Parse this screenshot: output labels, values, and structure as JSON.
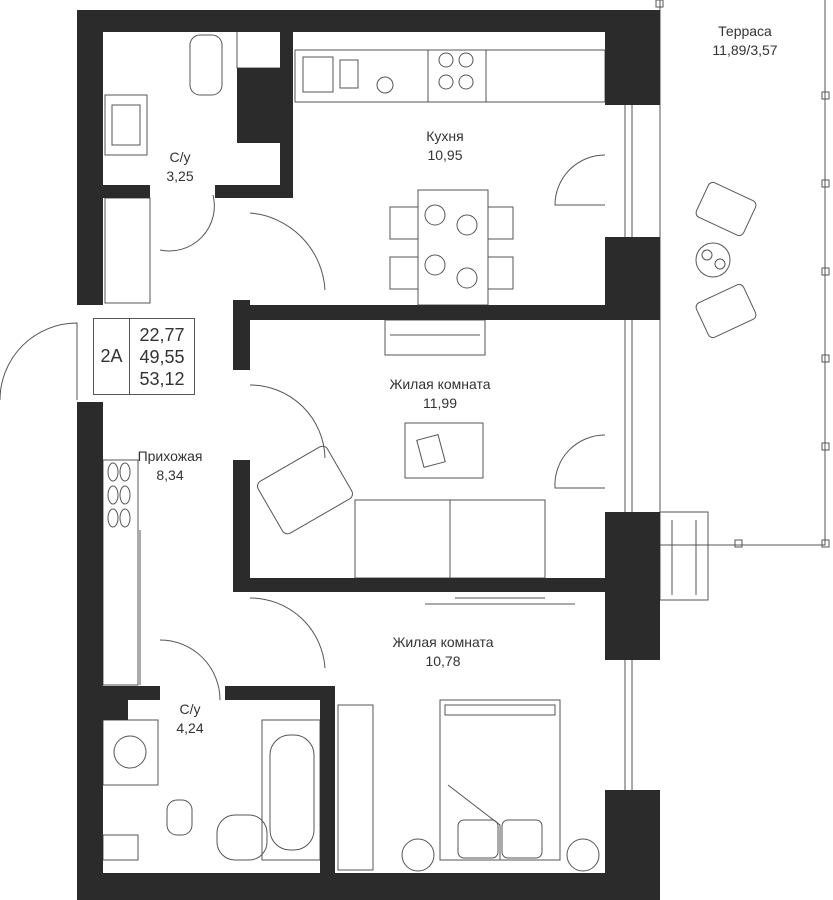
{
  "rooms": {
    "terrace": {
      "name": "Терраса",
      "area": "11,89/3,57"
    },
    "kitchen": {
      "name": "Кухня",
      "area": "10,95"
    },
    "bathroom1": {
      "name": "С/у",
      "area": "3,25"
    },
    "living1": {
      "name": "Жилая комната",
      "area": "11,99"
    },
    "hallway": {
      "name": "Прихожая",
      "area": "8,34"
    },
    "living2": {
      "name": "Жилая комната",
      "area": "10,78"
    },
    "bathroom2": {
      "name": "С/у",
      "area": "4,24"
    }
  },
  "info": {
    "type": "2А",
    "living_area": "22,77",
    "total_area": "49,55",
    "total_with_terrace": "53,12"
  },
  "colors": {
    "wall": "#2b2b2b",
    "line": "#555555"
  }
}
